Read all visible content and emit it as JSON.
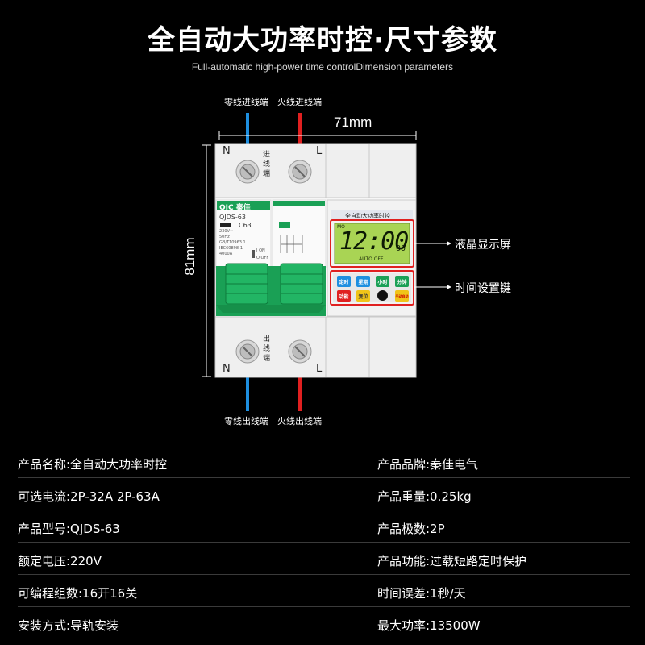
{
  "header": {
    "title": "全自动大功率时控·尺寸参数",
    "subtitle": "Full-automatic high-power time controlDimension parameters"
  },
  "diagram": {
    "top_neutral_label": "零线进线端",
    "top_live_label": "火线进线端",
    "bottom_neutral_label": "零线出线端",
    "bottom_live_label": "火线出线端",
    "width_dim": "71mm",
    "height_dim": "81mm",
    "lcd_callout": "液晶显示屏",
    "keys_callout": "时间设置键",
    "terminal_top_text": "进线端",
    "terminal_bottom_text": "出线端",
    "n_letter": "N",
    "l_letter": "L",
    "device": {
      "brand_logo": "QJC",
      "brand_cn": "秦佳",
      "model": "QJDS-63",
      "rating": "C63",
      "spec_lines": [
        "230V~",
        "50Hz",
        "GB/T10963.1",
        "IEC60898-1",
        "4000A"
      ],
      "on_label": "I ON",
      "off_label": "O OFF",
      "timer_title": "全自动大功率时控",
      "lcd_day": "MO",
      "lcd_time": "12:00",
      "lcd_seconds": "00",
      "lcd_mode": "AUTO OFF",
      "buttons_row1": [
        "定时",
        "星期",
        "小时",
        "分钟"
      ],
      "buttons_row2": [
        "功能",
        "复位",
        "",
        "手动自动"
      ],
      "accent_green": "#1aa055",
      "live_color": "#e02020",
      "neutral_color": "#1e8fe0"
    }
  },
  "specs": [
    {
      "left": "产品名称:全自动大功率时控",
      "right": "产品品牌:秦佳电气"
    },
    {
      "left": "可选电流:2P-32A 2P-63A",
      "right": "产品重量:0.25kg"
    },
    {
      "left": "产品型号:QJDS-63",
      "right": "产品极数:2P"
    },
    {
      "left": "额定电压:220V",
      "right": "产品功能:过载短路定时保护"
    },
    {
      "left": "可编程组数:16开16关",
      "right": "时间误差:1秒/天"
    },
    {
      "left": "安装方式:导轨安装",
      "right": "最大功率:13500W"
    }
  ]
}
